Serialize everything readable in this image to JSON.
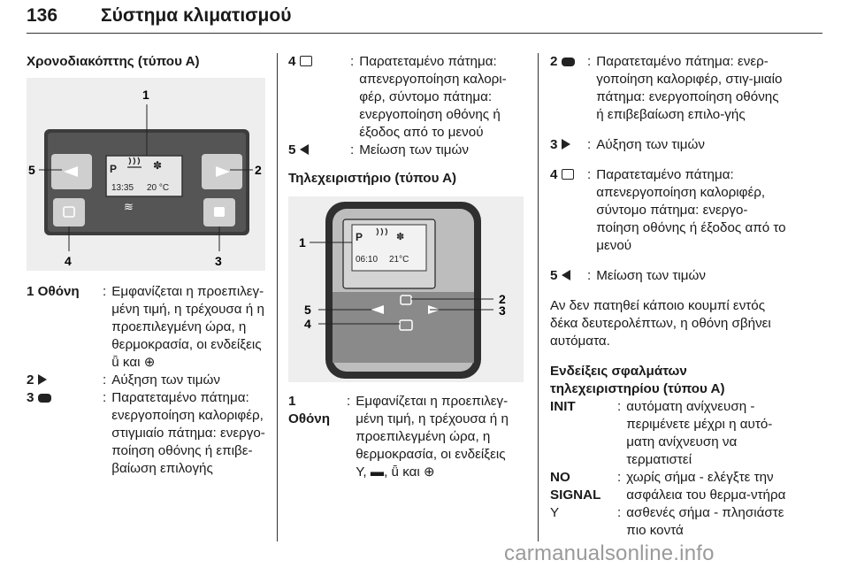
{
  "header": {
    "page_number": "136",
    "title": "Σύστημα κλιματισμού"
  },
  "col1": {
    "heading": "Χρονοδιακόπτης (τύπου Α)",
    "figure": {
      "screen_line1": "P",
      "screen_time": "13:35",
      "screen_temp": "20 °C",
      "callouts": [
        "1",
        "2",
        "3",
        "4",
        "5"
      ]
    },
    "items": [
      {
        "term": "1 Οθόνη",
        "desc": "Εμφανίζεται η προεπιλεγ-μένη τιμή, η τρέχουσα ή η προεπιλεγμένη ώρα, η θερμοκρασία, οι ενδείξεις",
        "desc_tail": "και"
      },
      {
        "term": "2",
        "icon": "right-triangle-icon",
        "desc": "Αύξηση των τιμών"
      },
      {
        "term": "3",
        "icon": "filled-pill-icon",
        "desc": "Παρατεταμένο πάτημα: ενεργοποίηση καλοριφέρ, στιγμιαίο πάτημα: ενεργο-ποίηση οθόνης ή επιβε-βαίωση επιλογής"
      }
    ]
  },
  "col2": {
    "items": [
      {
        "term": "4",
        "icon": "outline-rect-icon",
        "desc": "Παρατεταμένο πάτημα: απενεργοποίηση καλορι-φέρ, σύντομο πάτημα: ενεργοποίηση οθόνης ή έξοδος από το μενού"
      },
      {
        "term": "5",
        "icon": "left-triangle-icon",
        "desc": "Μείωση των τιμών"
      }
    ],
    "heading": "Τηλεχειριστήριο (τύπου Α)",
    "figure": {
      "screen_line1": "P",
      "screen_time": "06:10",
      "screen_temp": "21°C",
      "callouts": [
        "1",
        "2",
        "3",
        "4",
        "5"
      ]
    },
    "item1": {
      "term_num": "1",
      "term_word": "Οθόνη",
      "desc": "Εμφανίζεται η προεπιλεγ-μένη τιμή, η τρέχουσα ή η προεπιλεγμένη ώρα, η θερμοκρασία, οι ενδείξεις",
      "desc_tail_sep1": ",",
      "desc_tail_sep2": ",",
      "desc_tail_and": "και"
    }
  },
  "col3": {
    "items": [
      {
        "term": "2",
        "icon": "filled-pill-icon",
        "desc": "Παρατεταμένο πάτημα: ενερ-γοποίηση καλοριφέρ, στιγ-μιαίο πάτημα: ενεργοποίηση οθόνης ή επιβεβαίωση επιλο-γής"
      },
      {
        "term": "3",
        "icon": "right-triangle-icon",
        "desc": "Αύξηση των τιμών"
      },
      {
        "term": "4",
        "icon": "outline-rect-icon",
        "desc": "Παρατεταμένο πάτημα: απενεργοποίηση καλοριφέρ, σύντομο πάτημα: ενεργο-ποίηση οθόνης ή έξοδος από το μενού"
      },
      {
        "term": "5",
        "icon": "left-triangle-icon",
        "desc": "Μείωση των τιμών"
      }
    ],
    "para": "Αν δεν πατηθεί κάποιο κουμπί εντός δέκα δευτερολέπτων, η οθόνη σβήνει αυτόματα.",
    "heading": "Ενδείξεις σφαλμάτων τηλεχειριστηρίου (τύπου Α)",
    "errors": [
      {
        "code": "INIT",
        "desc": "αυτόματη ανίχνευση - περιμένετε μέχρι η αυτό-ματη ανίχνευση να τερματιστεί"
      },
      {
        "code": "NO SIGNAL",
        "desc": "χωρίς σήμα - ελέγξτε την ασφάλεια του θερμα-ντήρα"
      },
      {
        "code": "",
        "icon": "antenna-icon",
        "desc": "ασθενές σήμα - πλησιάστε πιο κοντά"
      }
    ]
  },
  "watermark": "carmanualsonline.info"
}
